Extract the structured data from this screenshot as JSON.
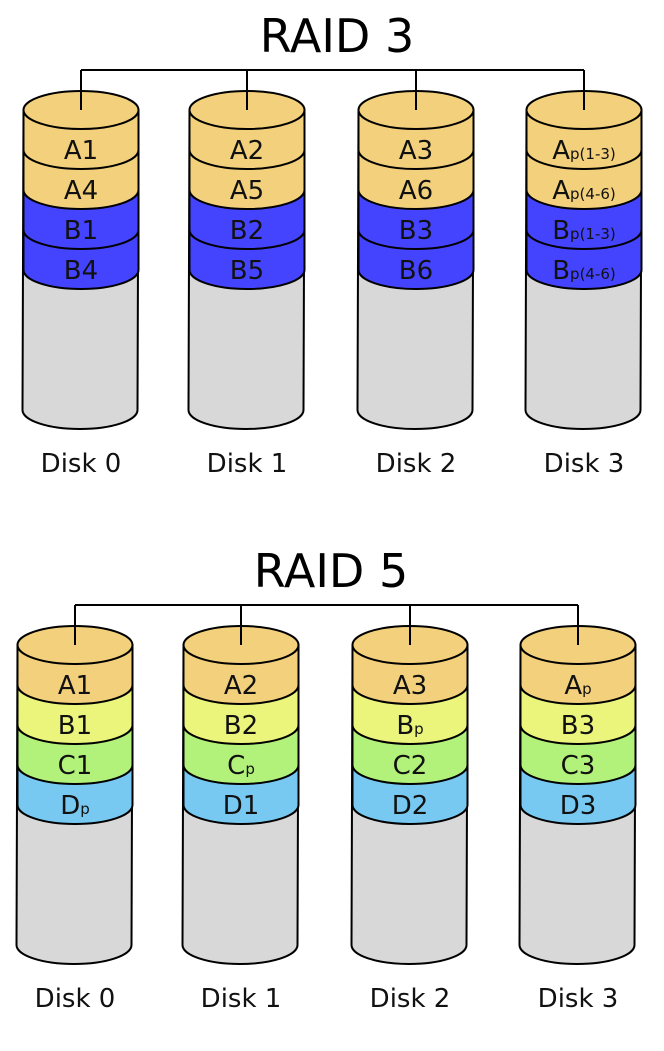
{
  "colors": {
    "body": "#d8d8d8",
    "a_orange": "#f3d07b",
    "b_blue": "#4444ff",
    "b_yellow": "#ebf47b",
    "c_green": "#b2f27a",
    "d_blue": "#78c9f2"
  },
  "arrays": [
    {
      "title": "RAID 3",
      "disks": [
        {
          "label": "Disk 0",
          "blocks": [
            {
              "main": "A1",
              "sub": "",
              "color": "#f3d07b"
            },
            {
              "main": "A4",
              "sub": "",
              "color": "#f3d07b"
            },
            {
              "main": "B1",
              "sub": "",
              "color": "#4444ff"
            },
            {
              "main": "B4",
              "sub": "",
              "color": "#4444ff"
            }
          ]
        },
        {
          "label": "Disk 1",
          "blocks": [
            {
              "main": "A2",
              "sub": "",
              "color": "#f3d07b"
            },
            {
              "main": "A5",
              "sub": "",
              "color": "#f3d07b"
            },
            {
              "main": "B2",
              "sub": "",
              "color": "#4444ff"
            },
            {
              "main": "B5",
              "sub": "",
              "color": "#4444ff"
            }
          ]
        },
        {
          "label": "Disk 2",
          "blocks": [
            {
              "main": "A3",
              "sub": "",
              "color": "#f3d07b"
            },
            {
              "main": "A6",
              "sub": "",
              "color": "#f3d07b"
            },
            {
              "main": "B3",
              "sub": "",
              "color": "#4444ff"
            },
            {
              "main": "B6",
              "sub": "",
              "color": "#4444ff"
            }
          ]
        },
        {
          "label": "Disk 3",
          "blocks": [
            {
              "main": "A",
              "sub": "p(1-3)",
              "color": "#f3d07b"
            },
            {
              "main": "A",
              "sub": "p(4-6)",
              "color": "#f3d07b"
            },
            {
              "main": "B",
              "sub": "p(1-3)",
              "color": "#4444ff"
            },
            {
              "main": "B",
              "sub": "p(4-6)",
              "color": "#4444ff"
            }
          ]
        }
      ]
    },
    {
      "title": "RAID 5",
      "disks": [
        {
          "label": "Disk 0",
          "blocks": [
            {
              "main": "A1",
              "sub": "",
              "color": "#f3d07b"
            },
            {
              "main": "B1",
              "sub": "",
              "color": "#ebf47b"
            },
            {
              "main": "C1",
              "sub": "",
              "color": "#b2f27a"
            },
            {
              "main": "D",
              "sub": "p",
              "color": "#78c9f2"
            }
          ]
        },
        {
          "label": "Disk 1",
          "blocks": [
            {
              "main": "A2",
              "sub": "",
              "color": "#f3d07b"
            },
            {
              "main": "B2",
              "sub": "",
              "color": "#ebf47b"
            },
            {
              "main": "C",
              "sub": "p",
              "color": "#b2f27a"
            },
            {
              "main": "D1",
              "sub": "",
              "color": "#78c9f2"
            }
          ]
        },
        {
          "label": "Disk 2",
          "blocks": [
            {
              "main": "A3",
              "sub": "",
              "color": "#f3d07b"
            },
            {
              "main": "B",
              "sub": "p",
              "color": "#ebf47b"
            },
            {
              "main": "C2",
              "sub": "",
              "color": "#b2f27a"
            },
            {
              "main": "D2",
              "sub": "",
              "color": "#78c9f2"
            }
          ]
        },
        {
          "label": "Disk 3",
          "blocks": [
            {
              "main": "A",
              "sub": "p",
              "color": "#f3d07b"
            },
            {
              "main": "B3",
              "sub": "",
              "color": "#ebf47b"
            },
            {
              "main": "C3",
              "sub": "",
              "color": "#b2f27a"
            },
            {
              "main": "D3",
              "sub": "",
              "color": "#78c9f2"
            }
          ]
        }
      ]
    }
  ]
}
